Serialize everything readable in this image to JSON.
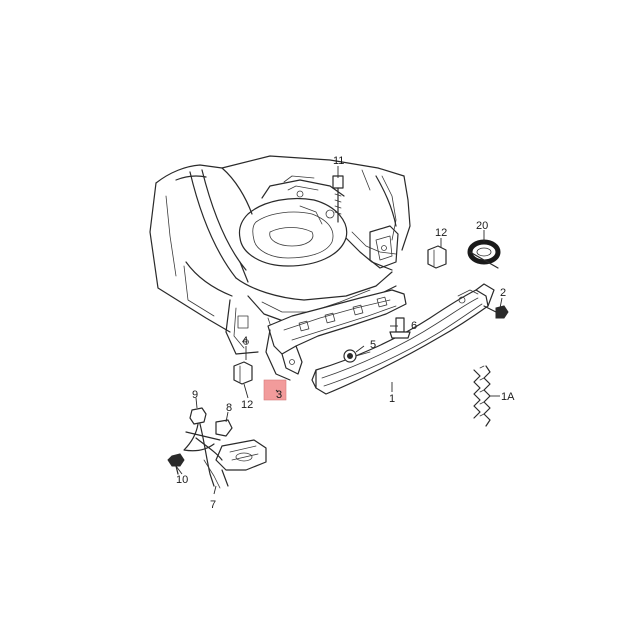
{
  "callouts": {
    "c1": "1",
    "c1a": "1A",
    "c2": "2",
    "c3": "3",
    "c4": "4",
    "c5": "5",
    "c6": "6",
    "c7": "7",
    "c8": "8",
    "c9": "9",
    "c10": "10",
    "c11": "11",
    "c12a": "12",
    "c12b": "12",
    "c20": "20"
  },
  "colors": {
    "line": "#2a2a2a",
    "highlight": "#f29b9b",
    "background": "#ffffff"
  }
}
